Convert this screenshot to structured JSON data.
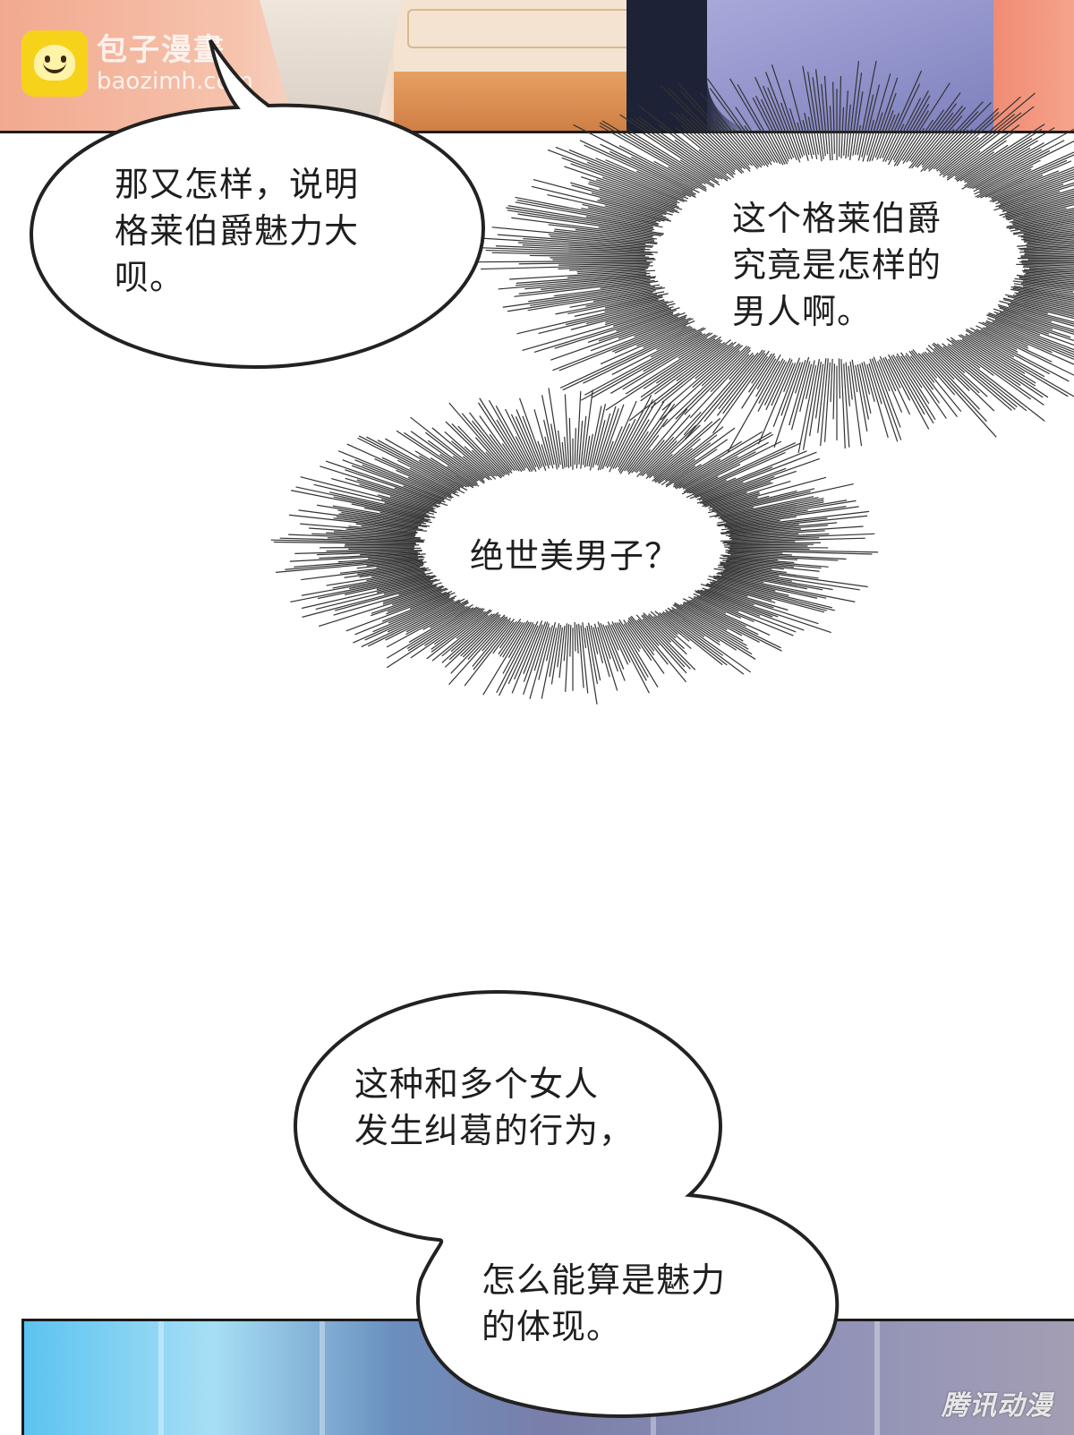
{
  "watermark": {
    "name_cn": "包子漫畫",
    "site": "baozimh.com",
    "corner_mark": "腾讯动漫"
  },
  "bubbles": {
    "b1": "那又怎样，说明\n格莱伯爵魅力大\n呗。",
    "b2": "这个格莱伯爵\n究竟是怎样的\n男人啊。",
    "b3": "绝世美男子？",
    "b4": "这种和多个女人\n发生纠葛的行为，",
    "b5": "怎么能算是魅力\n的体现。"
  },
  "colors": {
    "logo_yellow": "#f7d21b",
    "ink": "#1e1e1e"
  }
}
